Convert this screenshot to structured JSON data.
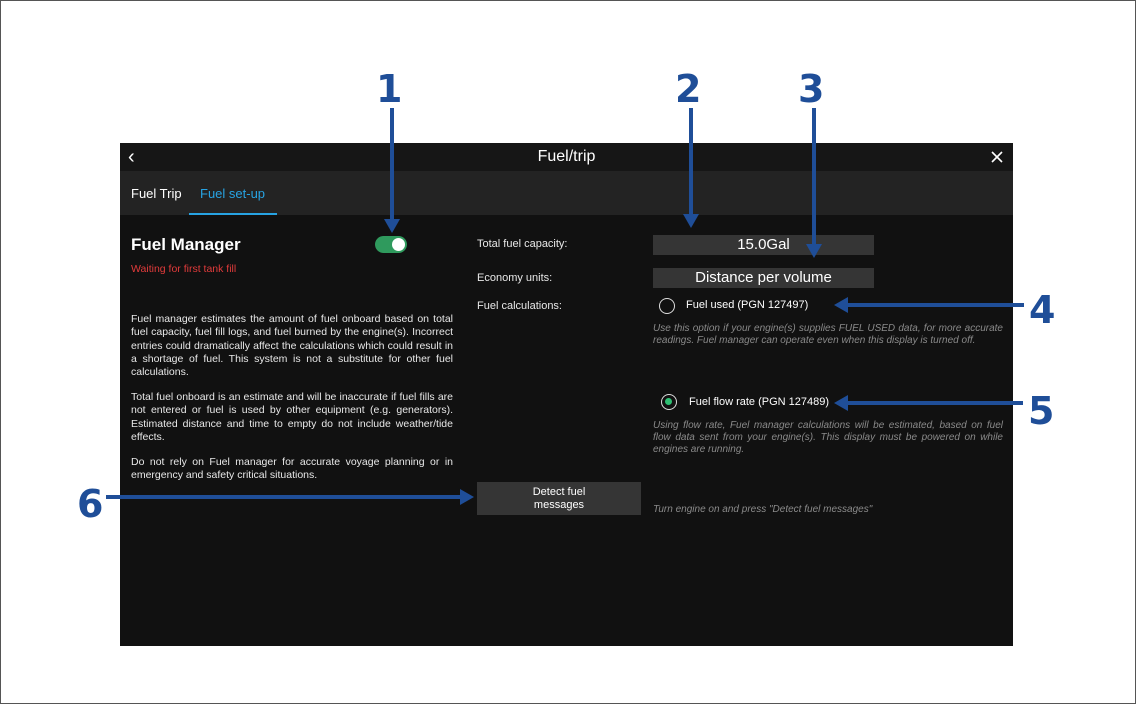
{
  "window": {
    "title": "Fuel/trip",
    "back_icon": "chevron-left-icon",
    "close_icon": "close-icon"
  },
  "tabs": [
    {
      "label": "Fuel Trip",
      "active": false
    },
    {
      "label": "Fuel set-up",
      "active": true
    }
  ],
  "fuel_manager": {
    "title": "Fuel Manager",
    "status": "Waiting for first tank fill",
    "toggle_on": true,
    "paragraphs": [
      "Fuel manager estimates the amount of fuel onboard based on total fuel capacity, fuel fill logs, and fuel burned by the engine(s). Incorrect entries could dramatically affect the calculations which could result in a shortage of fuel. This system is not a substitute for other fuel calculations.",
      "Total fuel onboard is an estimate and will be inaccurate if fuel fills are not entered or fuel is used by other equipment (e.g. generators). Estimated distance and time to empty do not include weather/tide effects.",
      "Do not rely on Fuel manager for accurate voyage planning or in emergency and safety critical situations."
    ]
  },
  "settings": {
    "capacity_label": "Total fuel capacity:",
    "capacity_value": "15.0Gal",
    "economy_label": "Economy units:",
    "economy_value": "Distance per volume",
    "calc_label": "Fuel calculations:",
    "option_used_label": "Fuel used (PGN 127497)",
    "option_used_hint": "Use this option if your engine(s) supplies FUEL USED data, for more accurate readings. Fuel manager can operate even when this display is turned off.",
    "option_flow_label": "Fuel flow rate (PGN 127489)",
    "option_flow_hint": "Using flow rate, Fuel manager calculations will be estimated, based on fuel flow data sent from your engine(s). This display must be powered on while engines are running.",
    "selected_option": "flow",
    "detect_button": "Detect fuel messages",
    "detect_hint": "Turn engine on and press \"Detect fuel messages\""
  },
  "callouts": [
    "1",
    "2",
    "3",
    "4",
    "5",
    "6"
  ],
  "colors": {
    "accent": "#27a3e3",
    "toggle_on": "#2f9a5d",
    "status_red": "#e23b3b",
    "callout_blue": "#1f4e98",
    "radio_selected": "#2fbf73"
  }
}
